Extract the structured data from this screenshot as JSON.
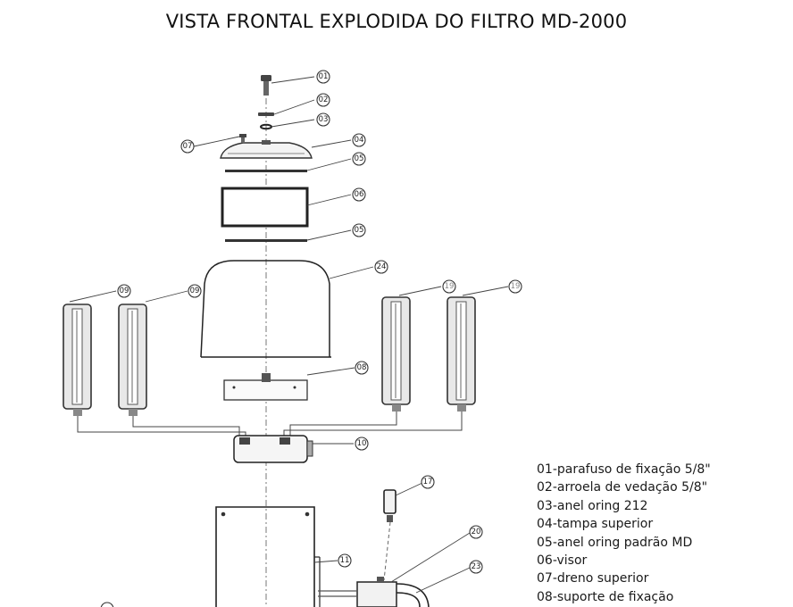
{
  "title": "VISTA FRONTAL EXPLODIDA DO FILTRO MD-2000",
  "callouts": {
    "c01": "01",
    "c02": "02",
    "c03": "03",
    "c04": "04",
    "c05a": "05",
    "c05b": "05",
    "c06": "06",
    "c07": "07",
    "c08": "08",
    "c09a": "09",
    "c09b": "09",
    "c10": "10",
    "c11": "11",
    "c17": "17",
    "c19a": "19",
    "c19b": "19",
    "c20": "20",
    "c23": "23",
    "c24": "24"
  },
  "legend": [
    "01-parafuso de fixação 5/8\"",
    "02-arroela de vedação 5/8\"",
    "03-anel oring 212",
    "04-tampa superior",
    "05-anel oring padrão MD",
    "06-visor",
    "07-dreno superior",
    "08-suporte de fixação"
  ]
}
